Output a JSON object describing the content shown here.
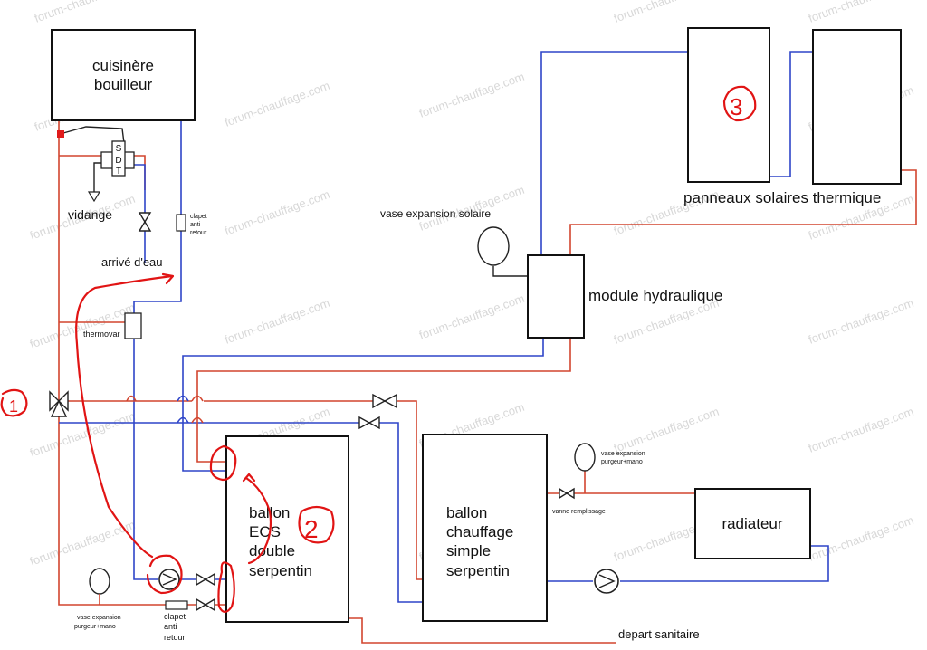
{
  "watermark": "forum-chauffage.com",
  "colors": {
    "hot_pipe": "#d2452f",
    "cold_pipe": "#2f45c8",
    "annotation": "#e11414",
    "box_stroke": "#111111"
  },
  "equipment": {
    "cuisiniere": [
      "cuisinère",
      "bouilleur"
    ],
    "panneaux": "panneaux solaires thermique",
    "module": "module hydraulique",
    "ballon_ecs": [
      "ballon",
      "ECS",
      "double",
      "serpentin"
    ],
    "ballon_chauffage": [
      "ballon",
      "chauffage",
      "simple",
      "serpentin"
    ],
    "radiateur": "radiateur"
  },
  "labels": {
    "vidange": "vidange",
    "arrive_eau": "arrivé d'eau",
    "vase_solaire": "vase expansion solaire",
    "thermovar": "thermovar",
    "sdt_letters": [
      "S",
      "D",
      "T"
    ],
    "clapet_top": [
      "clapet",
      "anti",
      "retour"
    ],
    "clapet_bottom": [
      "clapet",
      "anti",
      "retour"
    ],
    "vase_left": [
      "vase expansion",
      "purgeur+mano"
    ],
    "vase_right": [
      "vase expansion",
      "purgeur+mano"
    ],
    "vanne_remplissage": "vanne remplissage",
    "depart_sanitaire": "depart sanitaire"
  },
  "annotations": {
    "one": "1",
    "two": "2",
    "three": "3"
  }
}
